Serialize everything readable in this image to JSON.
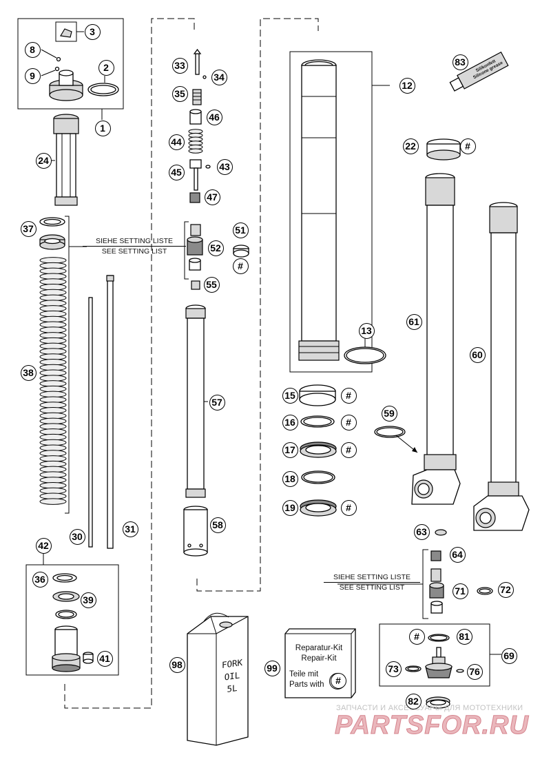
{
  "callouts": [
    {
      "label": "1"
    },
    {
      "label": "2"
    },
    {
      "label": "3"
    },
    {
      "label": "8"
    },
    {
      "label": "9"
    },
    {
      "label": "24"
    },
    {
      "label": "37"
    },
    {
      "label": "38"
    },
    {
      "label": "30"
    },
    {
      "label": "31"
    },
    {
      "label": "42"
    },
    {
      "label": "36"
    },
    {
      "label": "39"
    },
    {
      "label": "41"
    },
    {
      "label": "33"
    },
    {
      "label": "34"
    },
    {
      "label": "35"
    },
    {
      "label": "46"
    },
    {
      "label": "44"
    },
    {
      "label": "45"
    },
    {
      "label": "43"
    },
    {
      "label": "47"
    },
    {
      "label": "51"
    },
    {
      "label": "52"
    },
    {
      "label": "#"
    },
    {
      "label": "55"
    },
    {
      "label": "57"
    },
    {
      "label": "58"
    },
    {
      "label": "12"
    },
    {
      "label": "13"
    },
    {
      "label": "83"
    },
    {
      "label": "22"
    },
    {
      "label": "#"
    },
    {
      "label": "61"
    },
    {
      "label": "60"
    },
    {
      "label": "15"
    },
    {
      "label": "#"
    },
    {
      "label": "16"
    },
    {
      "label": "#"
    },
    {
      "label": "17"
    },
    {
      "label": "#"
    },
    {
      "label": "18"
    },
    {
      "label": "19"
    },
    {
      "label": "#"
    },
    {
      "label": "59"
    },
    {
      "label": "63"
    },
    {
      "label": "64"
    },
    {
      "label": "71"
    },
    {
      "label": "72"
    },
    {
      "label": "69"
    },
    {
      "label": "#"
    },
    {
      "label": "81"
    },
    {
      "label": "73"
    },
    {
      "label": "76"
    },
    {
      "label": "82"
    },
    {
      "label": "98"
    },
    {
      "label": "99"
    },
    {
      "label": "#"
    }
  ],
  "notes": {
    "setting_de_1": "SIEHE SETTING LISTE",
    "setting_en_1": "SEE SETTING LIST",
    "setting_de_2": "SIEHE SETTING LISTE",
    "setting_en_2": "SEE SETTING LIST"
  },
  "oil_can": {
    "line1": "FORK",
    "line2": "OIL",
    "line3": "5L"
  },
  "repair_kit": {
    "line1": "Reparatur-Kit",
    "line2": "Repair-Kit",
    "line3": "Teile mit",
    "line4": "Parts with",
    "symbol": "#"
  },
  "grease_tube": {
    "line1": "Silikonfett",
    "line2": "Silicone grease"
  },
  "watermark": {
    "line1": "ЗАПЧАСТИ И АКСЕССУАРЫ ДЛЯ МОТОТЕХНИКИ",
    "brand": "PARTSFOR.RU"
  }
}
